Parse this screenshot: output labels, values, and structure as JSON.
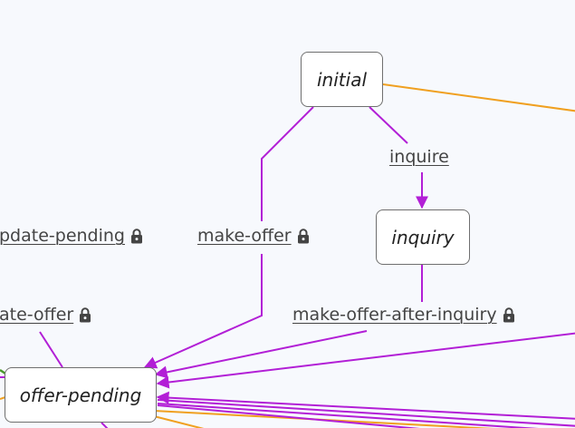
{
  "nodes": {
    "initial": "initial",
    "inquiry": "inquiry",
    "offer_pending": "offer-pending"
  },
  "transitions": {
    "inquire": {
      "label": "inquire",
      "locked": false
    },
    "make_offer": {
      "label": "make-offer",
      "locked": true,
      "icon": "lock-icon"
    },
    "make_offer_after_inquiry": {
      "label": "make-offer-after-inquiry",
      "locked": true,
      "icon": "lock-icon"
    },
    "update_pending": {
      "label": "pdate-pending",
      "locked": true,
      "icon": "lock-icon"
    },
    "update_offer": {
      "label": "ate-offer",
      "locked": true,
      "icon": "lock-icon"
    }
  },
  "colors": {
    "background": "#f7f9fd",
    "purple_edge": "#b21fd6",
    "orange_edge": "#f0a020",
    "green_edge": "#4a9a2a",
    "node_border": "#6f6f6f"
  }
}
